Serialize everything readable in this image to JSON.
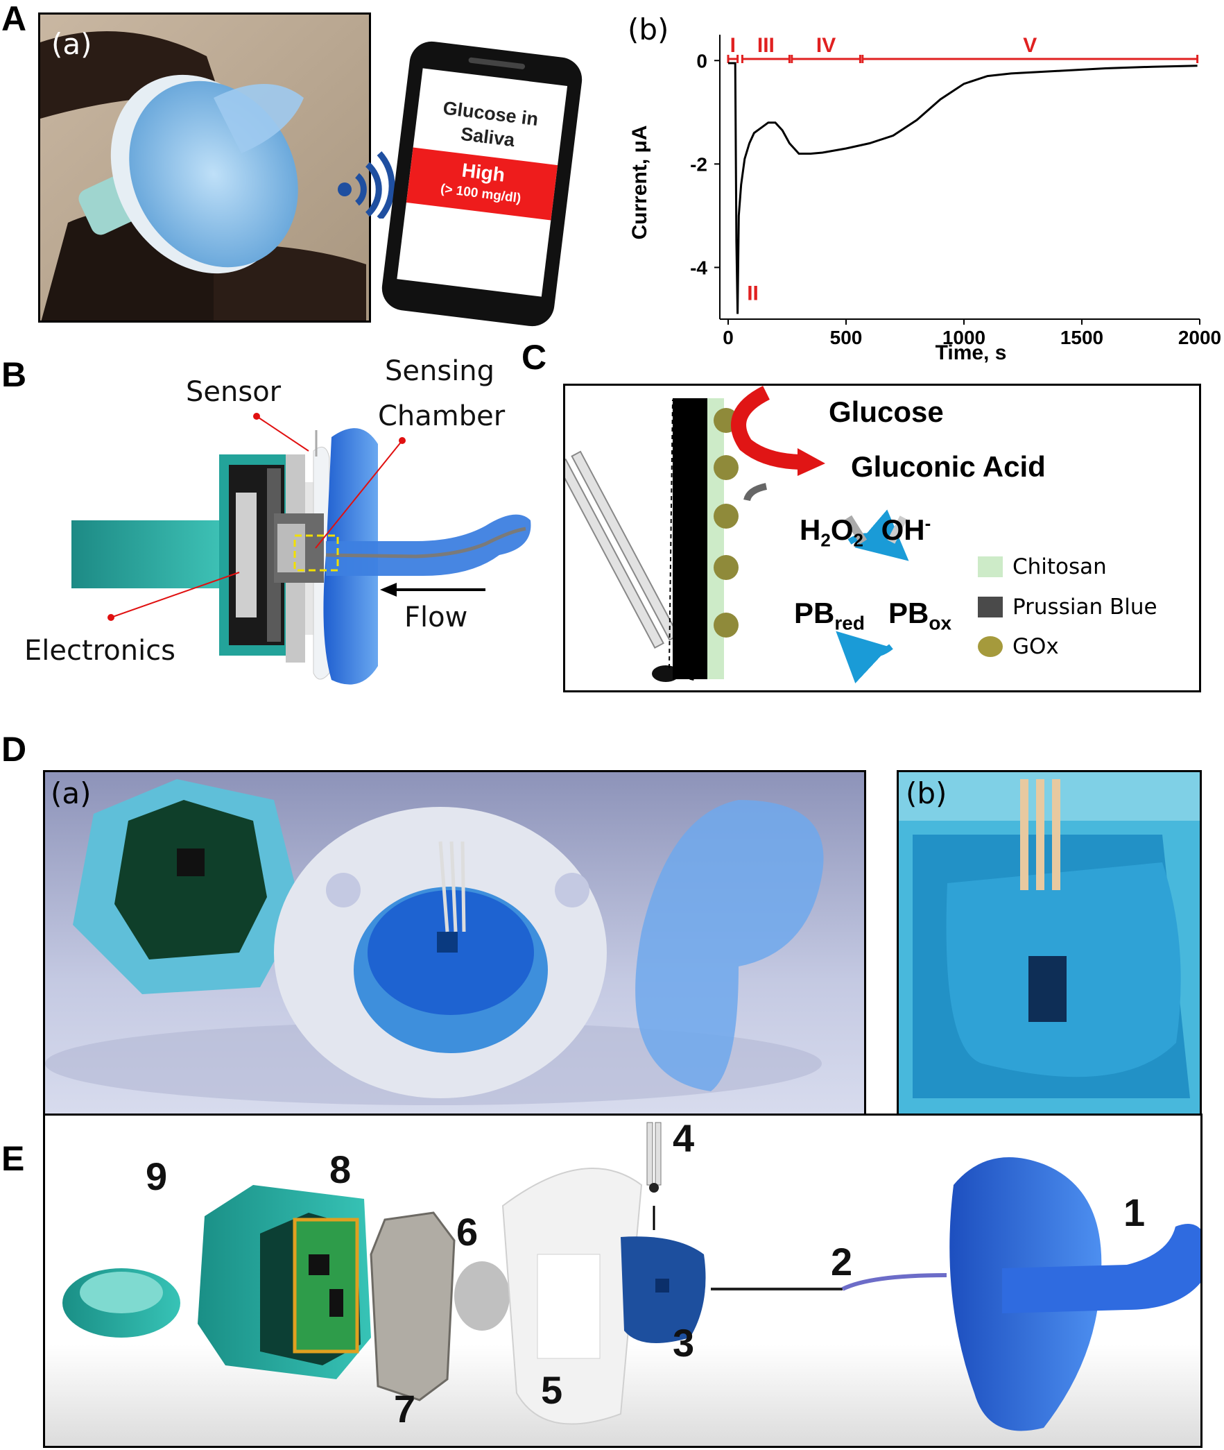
{
  "panels": {
    "A": {
      "letter": "A",
      "sub_a": "(a)",
      "phone": {
        "title": "Glucose in Saliva",
        "level": "High",
        "range": "(> 100 mg/dl)"
      },
      "sub_b": "(b)"
    },
    "B": {
      "letter": "B",
      "labels": {
        "sensor": "Sensor",
        "chamber_1": "Sensing",
        "chamber_2": "Chamber",
        "electronics": "Electronics",
        "flow": "Flow"
      }
    },
    "C": {
      "letter": "C",
      "glucose": "Glucose",
      "gluconic": "Gluconic Acid",
      "h2o2": "H",
      "h2o2_sub1": "2",
      "h2o2_o": "O",
      "h2o2_sub2": "2",
      "oh": "OH",
      "oh_sup": "-",
      "pb": "PB",
      "red": "red",
      "ox": "ox",
      "legend": {
        "chitosan": "Chitosan",
        "prussian": "Prussian Blue",
        "gox": "GOx"
      },
      "colors": {
        "chitosan": "#cdebc8",
        "prussian": "#4a4a4a",
        "gox": "#a59a3c"
      }
    },
    "D": {
      "letter": "D",
      "sub_a": "(a)",
      "sub_b": "(b)"
    },
    "E": {
      "letter": "E",
      "numbers": [
        "1",
        "2",
        "3",
        "4",
        "5",
        "6",
        "7",
        "8",
        "9"
      ]
    }
  },
  "chart_data": {
    "type": "line",
    "xlabel": "Time, s",
    "ylabel": "Current, μA",
    "xlim": [
      0,
      2000
    ],
    "ylim": [
      -5,
      0.5
    ],
    "xticks": [
      "0",
      "500",
      "1000",
      "1500",
      "2000"
    ],
    "yticks": [
      "0",
      "-2",
      "-4"
    ],
    "phases": [
      {
        "label": "I",
        "start": 0,
        "end": 40
      },
      {
        "label": "III",
        "start": 60,
        "end": 260
      },
      {
        "label": "IV",
        "start": 270,
        "end": 560
      },
      {
        "label": "V",
        "start": 570,
        "end": 1990
      }
    ],
    "annotation": {
      "label": "II",
      "x": 80,
      "y": -4.5
    },
    "series": [
      {
        "color": "#000000",
        "x": [
          0,
          20,
          30,
          35,
          40,
          45,
          55,
          70,
          90,
          110,
          140,
          170,
          200,
          230,
          260,
          300,
          350,
          400,
          450,
          500,
          600,
          700,
          800,
          900,
          1000,
          1100,
          1200,
          1400,
          1600,
          1800,
          1990
        ],
        "y": [
          -0.05,
          -0.05,
          -0.05,
          -3.5,
          -4.9,
          -3.0,
          -2.4,
          -1.9,
          -1.6,
          -1.4,
          -1.3,
          -1.2,
          -1.2,
          -1.35,
          -1.6,
          -1.8,
          -1.8,
          -1.78,
          -1.74,
          -1.7,
          -1.6,
          -1.45,
          -1.15,
          -0.75,
          -0.45,
          -0.3,
          -0.25,
          -0.2,
          -0.15,
          -0.12,
          -0.1
        ]
      }
    ],
    "phase_color": "#e02020"
  }
}
